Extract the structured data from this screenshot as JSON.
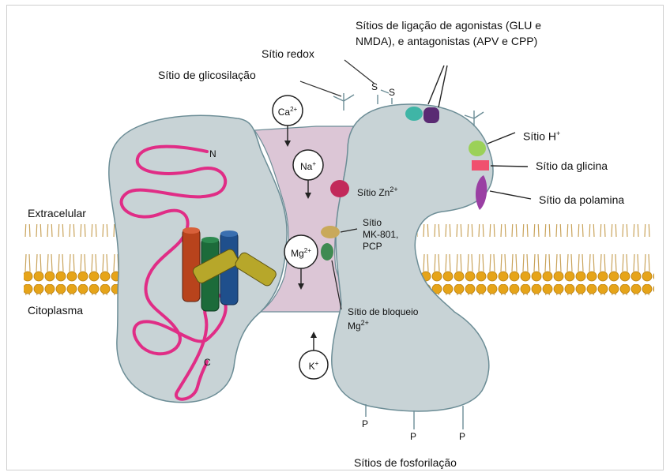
{
  "labels": {
    "agonist_sites_line1": "Sítios de ligação de agonistas (GLU e",
    "agonist_sites_line2": "NMDA), e antagonistas (APV e CPP)",
    "redox": "Sítio redox",
    "glycosylation": "Sítio de glicosilação",
    "h_site": "Sítio H",
    "h_site_sup": "+",
    "glycine": "Sítio da glicina",
    "polyamine": "Sítio da polamina",
    "zn_site": "Sítio Zn",
    "zn_sup": "2+",
    "mk801_line1": "Sítio",
    "mk801_line2": "MK-801,",
    "mk801_line3": "PCP",
    "mg_block_line1": "Sítio de bloqueio",
    "mg_block_line2": "Mg",
    "mg_block_sup": "2+",
    "extracellular": "Extracelular",
    "cytoplasm": "Citoplasma",
    "phosphorylation": "Sítios de fosforilação",
    "n_terminus": "N",
    "c_terminus": "C",
    "sulfur": "S",
    "phosphate": "P"
  },
  "ions": {
    "ca": {
      "symbol": "Ca",
      "charge": "2+"
    },
    "na": {
      "symbol": "Na",
      "charge": "+"
    },
    "mg": {
      "symbol": "Mg",
      "charge": "2+"
    },
    "k": {
      "symbol": "K",
      "charge": "+"
    }
  },
  "colors": {
    "protein": "#c8d3d6",
    "protein_outline": "#6c8d96",
    "channel_pore": "#dcc6d6",
    "lipid_head": "#e6a419",
    "chain": "#e02d86",
    "helix_orange": "#b8431c",
    "helix_green": "#1c6b3a",
    "helix_blue": "#1f4f8c",
    "helix_yellow": "#b7a72a",
    "agonist_teal": "#3fb5a6",
    "antagonist_purple": "#5a2a73",
    "h_site_green": "#9bd158",
    "glycine_red": "#f0506e",
    "polyamine_purple": "#9a3fa3",
    "zn_site": "#c2295a",
    "mk801_site": "#c9a95a",
    "mg_block_site": "#3f8a52"
  }
}
